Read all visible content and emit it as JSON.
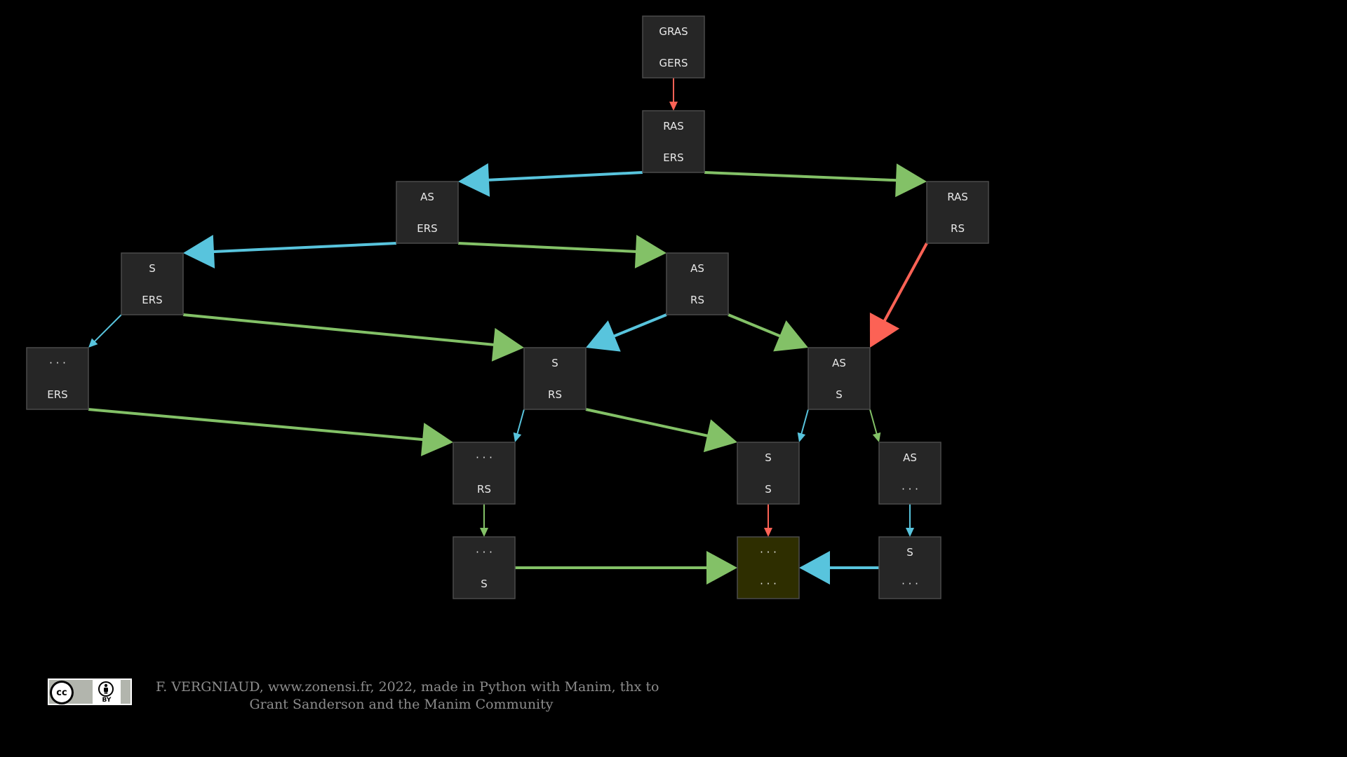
{
  "diagram": {
    "colors": {
      "background": "#000000",
      "node_fill": "#262626",
      "node_border": "#4a4a4a",
      "highlight_fill": "#2e2e00",
      "node_text": "#e8e8e8",
      "edge_blue": "#58c4dd",
      "edge_green": "#83c167",
      "edge_red": "#fc6255"
    },
    "nodes": [
      {
        "id": "gras-gers",
        "top": "GRAS",
        "bottom": "GERS",
        "highlight": false
      },
      {
        "id": "ras-ers",
        "top": "RAS",
        "bottom": "ERS",
        "highlight": false
      },
      {
        "id": "as-ers",
        "top": "AS",
        "bottom": "ERS",
        "highlight": false
      },
      {
        "id": "ras-rs",
        "top": "RAS",
        "bottom": "RS",
        "highlight": false
      },
      {
        "id": "s-ers",
        "top": "S",
        "bottom": "ERS",
        "highlight": false
      },
      {
        "id": "as-rs",
        "top": "AS",
        "bottom": "RS",
        "highlight": false
      },
      {
        "id": "dots-ers",
        "top": "· · ·",
        "bottom": "ERS",
        "highlight": false
      },
      {
        "id": "s-rs",
        "top": "S",
        "bottom": "RS",
        "highlight": false
      },
      {
        "id": "as-s",
        "top": "AS",
        "bottom": "S",
        "highlight": false
      },
      {
        "id": "dots-rs",
        "top": "· · ·",
        "bottom": "RS",
        "highlight": false
      },
      {
        "id": "s-s",
        "top": "S",
        "bottom": "S",
        "highlight": false
      },
      {
        "id": "as-dots",
        "top": "AS",
        "bottom": "· · ·",
        "highlight": false
      },
      {
        "id": "dots-s",
        "top": "· · ·",
        "bottom": "S",
        "highlight": false
      },
      {
        "id": "dots-dots",
        "top": "· · ·",
        "bottom": "· · ·",
        "highlight": true
      },
      {
        "id": "s-dots",
        "top": "S",
        "bottom": "· · ·",
        "highlight": false
      }
    ],
    "edges": [
      {
        "from": "gras-gers",
        "to": "ras-ers",
        "color": "red",
        "weight": "thin"
      },
      {
        "from": "ras-ers",
        "to": "as-ers",
        "color": "blue",
        "weight": "thick"
      },
      {
        "from": "ras-ers",
        "to": "ras-rs",
        "color": "green",
        "weight": "thick"
      },
      {
        "from": "as-ers",
        "to": "s-ers",
        "color": "blue",
        "weight": "thick"
      },
      {
        "from": "as-ers",
        "to": "as-rs",
        "color": "green",
        "weight": "thick"
      },
      {
        "from": "ras-rs",
        "to": "as-s",
        "color": "red",
        "weight": "thick"
      },
      {
        "from": "s-ers",
        "to": "dots-ers",
        "color": "blue",
        "weight": "thin"
      },
      {
        "from": "s-ers",
        "to": "s-rs",
        "color": "green",
        "weight": "thick"
      },
      {
        "from": "as-rs",
        "to": "s-rs",
        "color": "blue",
        "weight": "thick"
      },
      {
        "from": "as-rs",
        "to": "as-s",
        "color": "green",
        "weight": "thick"
      },
      {
        "from": "dots-ers",
        "to": "dots-rs",
        "color": "green",
        "weight": "thick"
      },
      {
        "from": "s-rs",
        "to": "dots-rs",
        "color": "blue",
        "weight": "thin"
      },
      {
        "from": "s-rs",
        "to": "s-s",
        "color": "green",
        "weight": "thick"
      },
      {
        "from": "as-s",
        "to": "s-s",
        "color": "blue",
        "weight": "thin"
      },
      {
        "from": "as-s",
        "to": "as-dots",
        "color": "green",
        "weight": "thin"
      },
      {
        "from": "dots-rs",
        "to": "dots-s",
        "color": "green",
        "weight": "thin"
      },
      {
        "from": "s-s",
        "to": "dots-dots",
        "color": "red",
        "weight": "thin"
      },
      {
        "from": "as-dots",
        "to": "s-dots",
        "color": "blue",
        "weight": "thin"
      },
      {
        "from": "dots-s",
        "to": "dots-dots",
        "color": "green",
        "weight": "thick"
      },
      {
        "from": "s-dots",
        "to": "dots-dots",
        "color": "blue",
        "weight": "thick"
      }
    ]
  },
  "footer": {
    "license_cc": "cc",
    "license_by": "BY",
    "credit_line1": "F. VERGNIAUD, www.zonensi.fr, 2022, made in Python with Manim, thx to",
    "credit_line2": "Grant Sanderson and the Manim Community",
    "icons": [
      "creative-commons-icon",
      "person-icon"
    ]
  }
}
